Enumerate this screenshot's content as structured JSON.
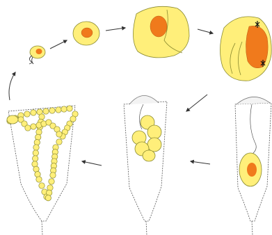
{
  "figure": {
    "background": "#ffffff",
    "colors": {
      "cell_body": "#ffef7a",
      "cell_outline": "#8a8a30",
      "nucleus": "#f07a1c",
      "nucleus_outline": "#b85a10",
      "lorica_outline": "#555555",
      "arrow": "#333333",
      "flagella": "#222222"
    },
    "stages": [
      {
        "id": "swarmer",
        "description_icon": "flagellated-swarmer-cell"
      },
      {
        "id": "rounded-cell",
        "description_icon": "small-round-cell"
      },
      {
        "id": "enlarged-cell",
        "description_icon": "large-cell-with-nucleus"
      },
      {
        "id": "dividing-cell",
        "description_icon": "cell-with-dividing-nucleus"
      },
      {
        "id": "lorica-with-cell",
        "description_icon": "lorica-with-single-cell"
      },
      {
        "id": "lorica-with-spores",
        "description_icon": "lorica-with-cell-cluster"
      },
      {
        "id": "lorica-with-chain",
        "description_icon": "lorica-with-bead-chain"
      }
    ],
    "text_labels": []
  }
}
